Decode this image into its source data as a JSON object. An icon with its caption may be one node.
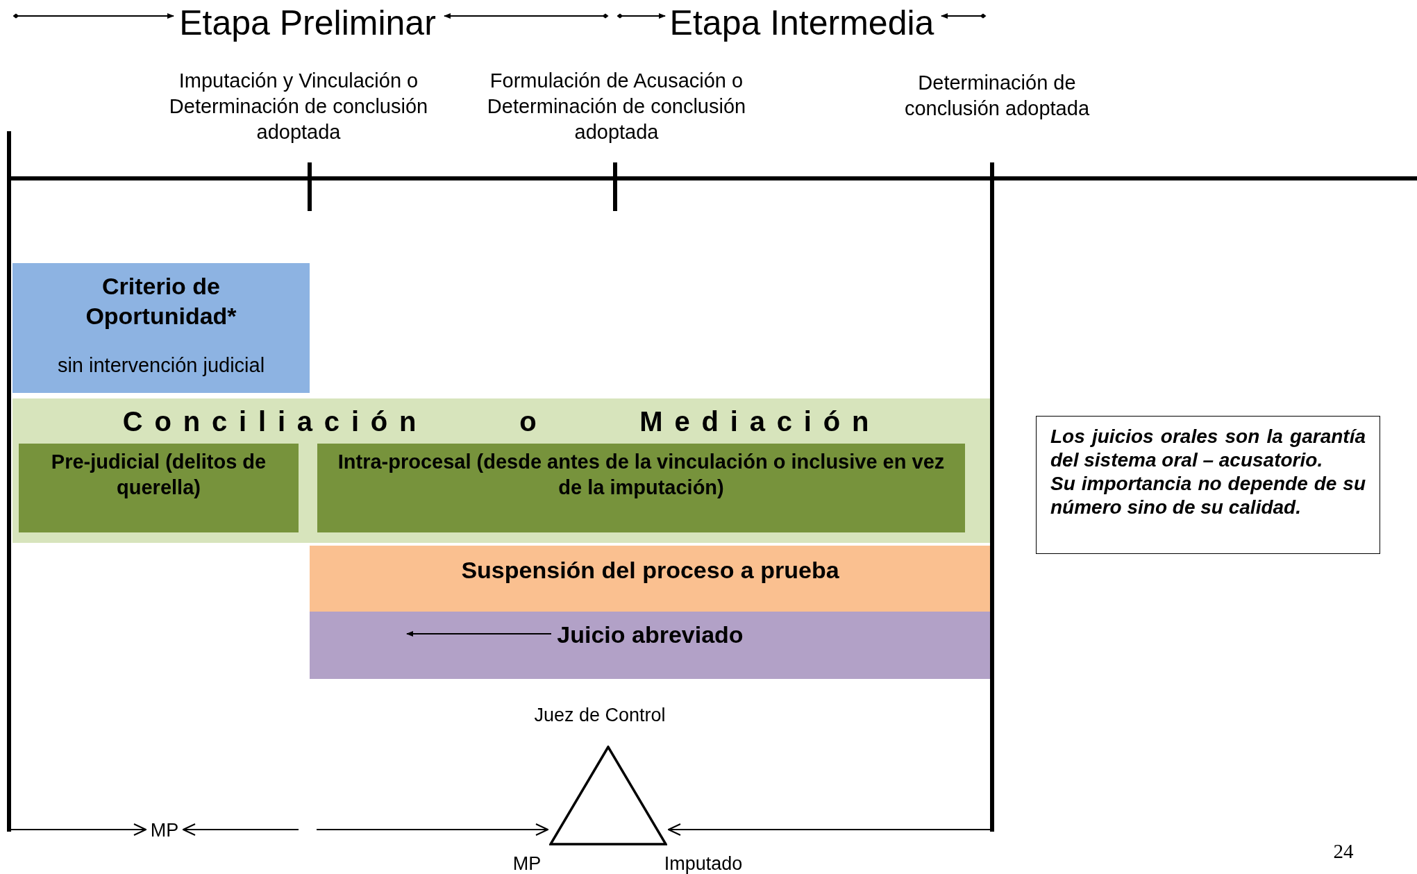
{
  "diagram": {
    "nodes": [
      {
        "text": [
          "Criterio de Oportunidad*",
          "sin intervención judicial"
        ]
      },
      {
        "text": [
          "Conciliación o Mediación"
        ]
      },
      {
        "text": [
          "Pre-judicial (delitos de querella)"
        ],
        "in": 1
      },
      {
        "text": [
          "Intra-procesal (desde antes de la vinculación o inclusive en vez de la imputación)"
        ],
        "in": 1
      },
      {
        "text": [
          "Suspensión del proceso a prueba"
        ]
      },
      {
        "text": [
          "Juicio abreviado"
        ]
      },
      {
        "text": [
          "Los juicios orales son la garantía del sistema oral – acusatorio.",
          "Su importancia no depende de su número sino de su calidad."
        ]
      },
      {
        "text": [
          "MP"
        ]
      },
      {
        "text": [],
        "shape": "triangle",
        "beside": [
          "Juez de Control",
          "MP",
          "Imputado"
        ]
      }
    ],
    "edges": [
      {
        "from": null,
        "to": 7,
        "arrow": "to"
      },
      {
        "from": null,
        "to": 7,
        "arrow": "to"
      },
      {
        "from": null,
        "to": 8,
        "arrow": "to"
      },
      {
        "from": null,
        "to": 8,
        "arrow": "to"
      }
    ],
    "labels": [
      "Etapa Preliminar",
      "Etapa Intermedia",
      "Imputación y Vinculación o Determinación de conclusión adoptada",
      "Formulación de Acusación o Determinación de conclusión adoptada",
      "Determinación de conclusión adoptada",
      "24"
    ]
  }
}
